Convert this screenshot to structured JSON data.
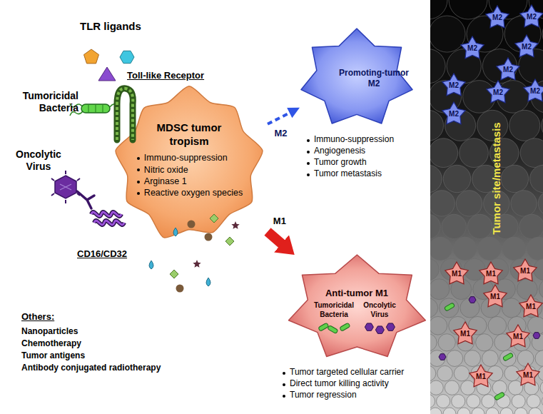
{
  "diagram": {
    "nodes": [
      {
        "text": [
          "MDSC tumor tropism",
          "Immuno-suppression",
          "Nitric oxide",
          "Arginase 1",
          "Reactive oxygen species"
        ]
      },
      {
        "text": [
          "Promoting-tumor M2"
        ]
      },
      {
        "text": [
          "Anti-tumor M1",
          "Tumoricidal Bacteria",
          "Oncolytic Virus"
        ]
      },
      {
        "text": [
          "Tumor site/metastasis"
        ]
      }
    ],
    "edges": [
      {
        "from": 0,
        "to": 1,
        "label": "M2",
        "arrow": "to"
      },
      {
        "from": 0,
        "to": 2,
        "label": "M1",
        "arrow": "to"
      }
    ],
    "labels": [
      "TLR ligands",
      "Toll-like Receptor",
      "Tumoricidal Bacteria",
      "Oncolytic Virus",
      "CD16/CD32",
      "Others:",
      "Nanoparticles",
      "Chemotherapy",
      "Tumor antigens",
      "Antibody conjugated radiotherapy",
      "Immuno-suppression",
      "Angiogenesis",
      "Tumor growth",
      "Tumor metastasis",
      "Tumor targeted cellular carrier",
      "Direct tumor killing activity",
      "Tumor regression",
      "M2",
      "M2",
      "M2",
      "M2",
      "M2",
      "M2",
      "M2",
      "M2",
      "M2",
      "M1",
      "M1",
      "M1",
      "M1",
      "M1",
      "M1",
      "M1",
      "M1",
      "M1"
    ]
  }
}
